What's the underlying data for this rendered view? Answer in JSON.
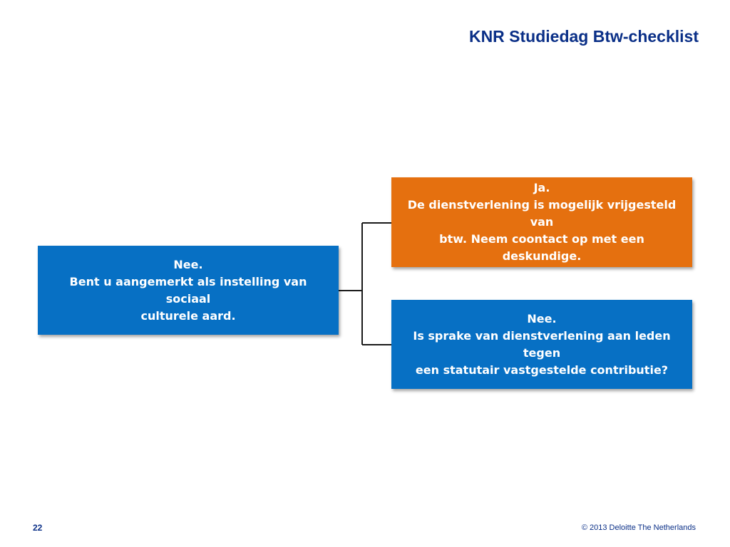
{
  "slide": {
    "title": "KNR Studiedag Btw-checklist",
    "page_number": "22",
    "copyright": "© 2013 Deloitte The Netherlands"
  },
  "diagram": {
    "left_box": {
      "lines": [
        "Nee.",
        "Bent u aangemerkt als instelling van sociaal",
        "culturele aard."
      ],
      "color": "#0770c4"
    },
    "top_box": {
      "lines": [
        "Ja.",
        "De dienstverlening is mogelijk vrijgesteld van",
        "btw. Neem coontact op met een deskundige."
      ],
      "color": "#e5700f"
    },
    "bottom_box": {
      "lines": [
        "Nee.",
        "Is sprake van dienstverlening aan leden tegen",
        "een statutair vastgestelde contributie?"
      ],
      "color": "#0770c4"
    },
    "connector_color": "#1a1a1a"
  },
  "colors": {
    "title": "#0a2f87",
    "background": "#ffffff"
  }
}
